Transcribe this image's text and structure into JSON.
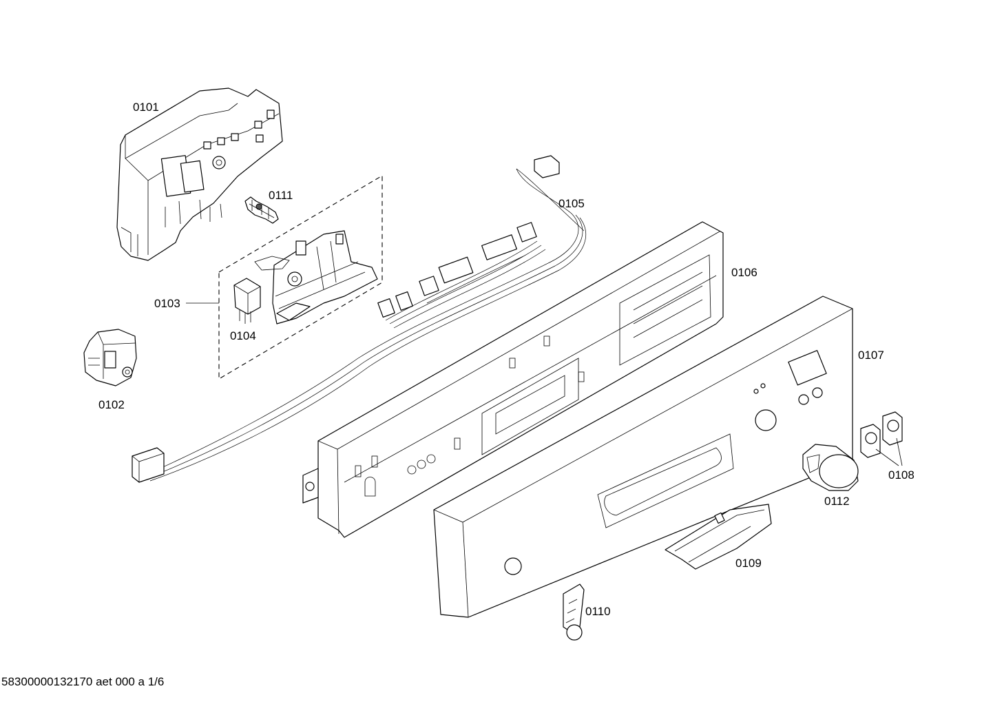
{
  "parts": [
    {
      "id": "p0101",
      "label": "0101"
    },
    {
      "id": "p0102",
      "label": "0102"
    },
    {
      "id": "p0103",
      "label": "0103"
    },
    {
      "id": "p0104",
      "label": "0104"
    },
    {
      "id": "p0105",
      "label": "0105"
    },
    {
      "id": "p0106",
      "label": "0106"
    },
    {
      "id": "p0107",
      "label": "0107"
    },
    {
      "id": "p0108",
      "label": "0108"
    },
    {
      "id": "p0109",
      "label": "0109"
    },
    {
      "id": "p0110",
      "label": "0110"
    },
    {
      "id": "p0111",
      "label": "0111"
    },
    {
      "id": "p0112",
      "label": "0112"
    }
  ],
  "footer": "58300000132170 aet 000 a 1/6"
}
